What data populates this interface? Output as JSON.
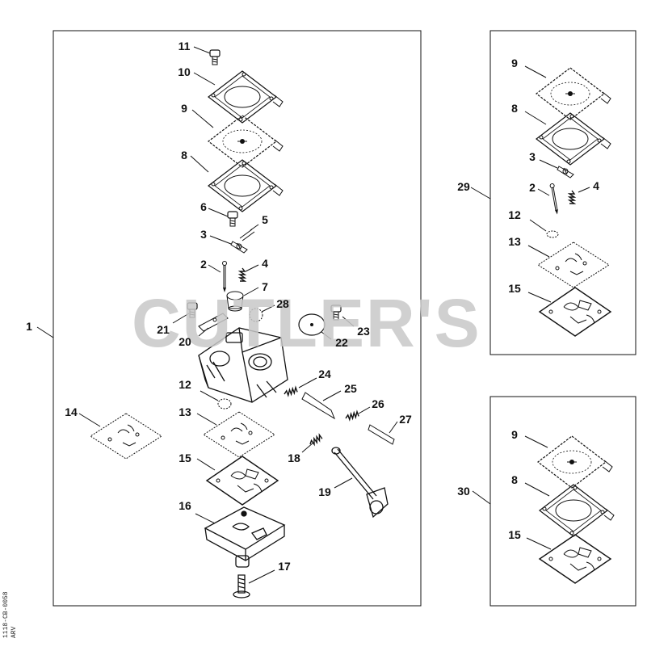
{
  "watermark": "CUTLER'S",
  "drawing_code": "1118-CB-0058",
  "drawing_code_sub": "ARV",
  "frames": {
    "main": {
      "label": "1"
    },
    "kit_a": {
      "label": "29"
    },
    "kit_b": {
      "label": "30"
    }
  },
  "main_parts": [
    {
      "id": "p11",
      "label": "11"
    },
    {
      "id": "p10",
      "label": "10"
    },
    {
      "id": "p9",
      "label": "9"
    },
    {
      "id": "p8",
      "label": "8"
    },
    {
      "id": "p6",
      "label": "6"
    },
    {
      "id": "p5",
      "label": "5"
    },
    {
      "id": "p3",
      "label": "3"
    },
    {
      "id": "p2",
      "label": "2"
    },
    {
      "id": "p4",
      "label": "4"
    },
    {
      "id": "p7",
      "label": "7"
    },
    {
      "id": "p28",
      "label": "28"
    },
    {
      "id": "p21",
      "label": "21"
    },
    {
      "id": "p20",
      "label": "20"
    },
    {
      "id": "p22",
      "label": "22"
    },
    {
      "id": "p23",
      "label": "23"
    },
    {
      "id": "p24",
      "label": "24"
    },
    {
      "id": "p25",
      "label": "25"
    },
    {
      "id": "p12",
      "label": "12"
    },
    {
      "id": "p26",
      "label": "26"
    },
    {
      "id": "p27",
      "label": "27"
    },
    {
      "id": "p14",
      "label": "14"
    },
    {
      "id": "p13",
      "label": "13"
    },
    {
      "id": "p18",
      "label": "18"
    },
    {
      "id": "p15",
      "label": "15"
    },
    {
      "id": "p19",
      "label": "19"
    },
    {
      "id": "p16",
      "label": "16"
    },
    {
      "id": "p17",
      "label": "17"
    }
  ],
  "kit_a_parts": [
    {
      "id": "a9",
      "label": "9"
    },
    {
      "id": "a8",
      "label": "8"
    },
    {
      "id": "a3",
      "label": "3"
    },
    {
      "id": "a2",
      "label": "2"
    },
    {
      "id": "a4",
      "label": "4"
    },
    {
      "id": "a12",
      "label": "12"
    },
    {
      "id": "a13",
      "label": "13"
    },
    {
      "id": "a15",
      "label": "15"
    }
  ],
  "kit_b_parts": [
    {
      "id": "b9",
      "label": "9"
    },
    {
      "id": "b8",
      "label": "8"
    },
    {
      "id": "b15",
      "label": "15"
    }
  ]
}
